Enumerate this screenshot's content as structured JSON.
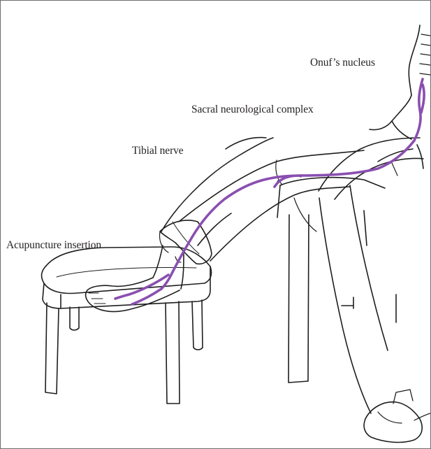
{
  "labels": {
    "onuf": "Onuf’s nucleus",
    "sacral": "Sacral neurological complex",
    "tibial": "Tibial nerve",
    "acupuncture": "Acupuncture insertion"
  },
  "colors": {
    "nerve": "#8a4fb0",
    "outline": "#1e1e1e",
    "frame": "#6e6e6e"
  }
}
